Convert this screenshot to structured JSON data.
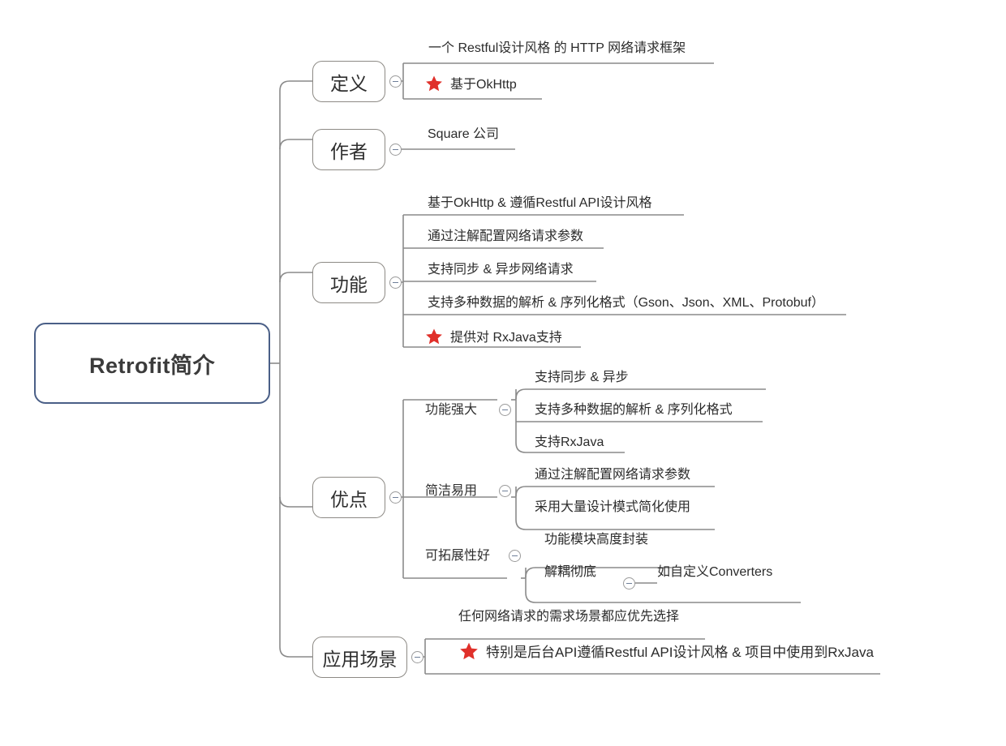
{
  "meta": {
    "title": "Retrofit简介",
    "type": "mindmap",
    "colors": {
      "root_border": "#4a5f87",
      "node_border": "#8d8a85",
      "connector": "#8a8a8a",
      "star": "#e0302a",
      "text": "#2b2b2b",
      "toggle_stroke": "#9b9b9b"
    }
  },
  "root": {
    "label": "Retrofit简介"
  },
  "branches": [
    {
      "id": "definition",
      "label": "定义",
      "toggle": "collapse-toggle",
      "children": [
        {
          "text": "一个 Restful设计风格 的 HTTP 网络请求框架",
          "star": false
        },
        {
          "text": "基于OkHttp",
          "star": true
        }
      ]
    },
    {
      "id": "author",
      "label": "作者",
      "toggle": "collapse-toggle",
      "children": [
        {
          "text": "Square 公司",
          "star": false
        }
      ]
    },
    {
      "id": "features",
      "label": "功能",
      "toggle": "collapse-toggle",
      "children": [
        {
          "text": "基于OkHttp & 遵循Restful API设计风格",
          "star": false
        },
        {
          "text": "通过注解配置网络请求参数",
          "star": false
        },
        {
          "text": "支持同步 & 异步网络请求",
          "star": false
        },
        {
          "text": "支持多种数据的解析 & 序列化格式（Gson、Json、XML、Protobuf）",
          "star": false
        },
        {
          "text": "提供对 RxJava支持",
          "star": true
        }
      ]
    },
    {
      "id": "advantages",
      "label": "优点",
      "toggle": "collapse-toggle",
      "groups": [
        {
          "id": "powerful",
          "label": "功能强大",
          "toggle": "collapse-toggle",
          "children": [
            {
              "text": "支持同步 & 异步",
              "star": false
            },
            {
              "text": "支持多种数据的解析 & 序列化格式",
              "star": false
            },
            {
              "text": "支持RxJava",
              "star": false
            }
          ]
        },
        {
          "id": "simple",
          "label": "简洁易用",
          "toggle": "collapse-toggle",
          "children": [
            {
              "text": "通过注解配置网络请求参数",
              "star": false
            },
            {
              "text": "采用大量设计模式简化使用",
              "star": false
            }
          ]
        },
        {
          "id": "extensible",
          "label": "可拓展性好",
          "toggle": "collapse-toggle",
          "children": [
            {
              "text": "功能模块高度封装",
              "star": false
            },
            {
              "text": "解耦彻底",
              "star": false,
              "toggle": "collapse-toggle",
              "children": [
                {
                  "text": "如自定义Converters",
                  "star": false
                }
              ]
            }
          ]
        }
      ]
    },
    {
      "id": "scenarios",
      "label": "应用场景",
      "toggle": "collapse-toggle",
      "children": [
        {
          "text": "任何网络请求的需求场景都应优先选择",
          "star": false
        },
        {
          "text": "特别是后台API遵循Restful API设计风格 & 项目中使用到RxJava",
          "star": true
        }
      ]
    }
  ]
}
